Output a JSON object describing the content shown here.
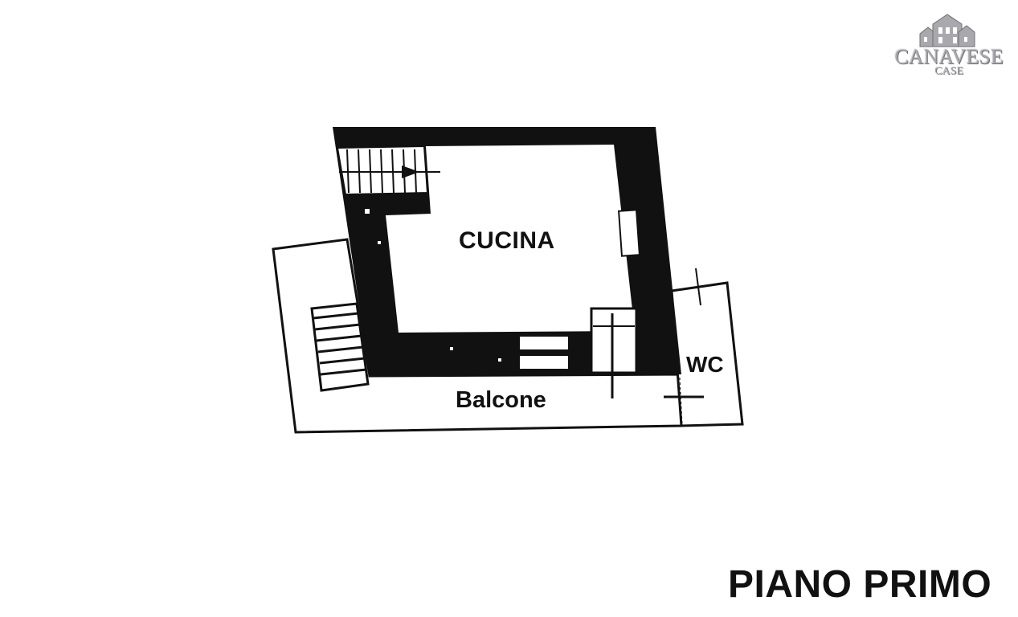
{
  "logo": {
    "name": "CANAVESE",
    "sub": "CASE",
    "color": "#a8a8ad"
  },
  "rooms": {
    "kitchen": "CUCINA",
    "balcony": "Balcone",
    "bathroom": "WC"
  },
  "floor_title": "PIANO PRIMO",
  "colors": {
    "wall": "#111111",
    "background": "#ffffff"
  }
}
